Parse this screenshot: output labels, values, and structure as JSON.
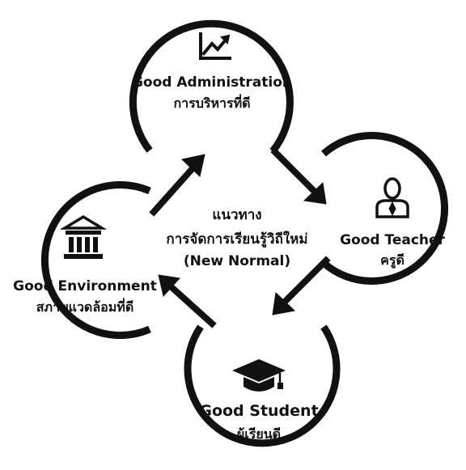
{
  "center": {
    "line1": "แนวทาง",
    "line2": "การจัดการเรียนรู้วิถีใหม่",
    "line3": "(New Normal)"
  },
  "nodes": {
    "administration": {
      "title_en": "Good Administration",
      "title_th": "การบริหารที่ดี",
      "icon": "chart-growth-icon"
    },
    "teacher": {
      "title_en": "Good Teacher",
      "title_th": "ครูดี",
      "icon": "teacher-person-icon"
    },
    "student": {
      "title_en": "Good Student",
      "title_th": "ผู้เรียนดี",
      "icon": "graduation-cap-icon"
    },
    "environment": {
      "title_en": "Good Environment",
      "title_th": "สภาพแวดล้อมที่ดี",
      "icon": "institution-building-icon"
    }
  },
  "colors": {
    "stroke": "#111111",
    "background": "#ffffff"
  }
}
